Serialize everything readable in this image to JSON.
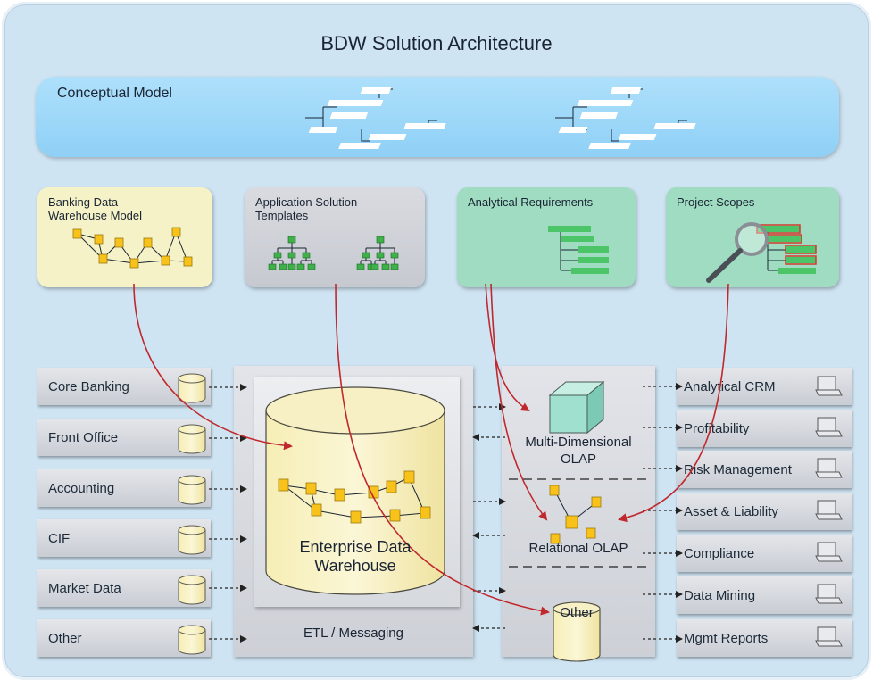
{
  "title": "BDW Solution Architecture",
  "conceptual_model": {
    "label": "Conceptual Model"
  },
  "panels": {
    "banking": {
      "label_line1": "Banking Data",
      "label_line2": "Warehouse Model"
    },
    "application": {
      "label_line1": "Application Solution",
      "label_line2": "Templates"
    },
    "analytical": {
      "label": "Analytical Requirements"
    },
    "project": {
      "label": "Project Scopes"
    }
  },
  "sources": [
    "Core Banking",
    "Front Office",
    "Accounting",
    "CIF",
    "Market Data",
    "Other"
  ],
  "warehouse": {
    "label_line1": "Enterprise Data",
    "label_line2": "Warehouse",
    "etl_label": "ETL / Messaging"
  },
  "olap": {
    "md_line1": "Multi-Dimensional",
    "md_line2": "OLAP",
    "relational": "Relational OLAP",
    "other": "Other"
  },
  "outputs": [
    "Analytical CRM",
    "Profitability",
    "Risk Management",
    "Asset & Liability",
    "Compliance",
    "Data Mining",
    "Mgmt Reports"
  ],
  "colors": {
    "frame": "#cfe4f3",
    "conceptual": "#9fd8f9",
    "banking_panel": "#f4f2c6",
    "application_panel": "#cdd0d6",
    "analytical_panel": "#9fdcc2",
    "node_fill": "#f8c21a",
    "arrow": "#c0282d",
    "cube": "#9fe0cf"
  }
}
